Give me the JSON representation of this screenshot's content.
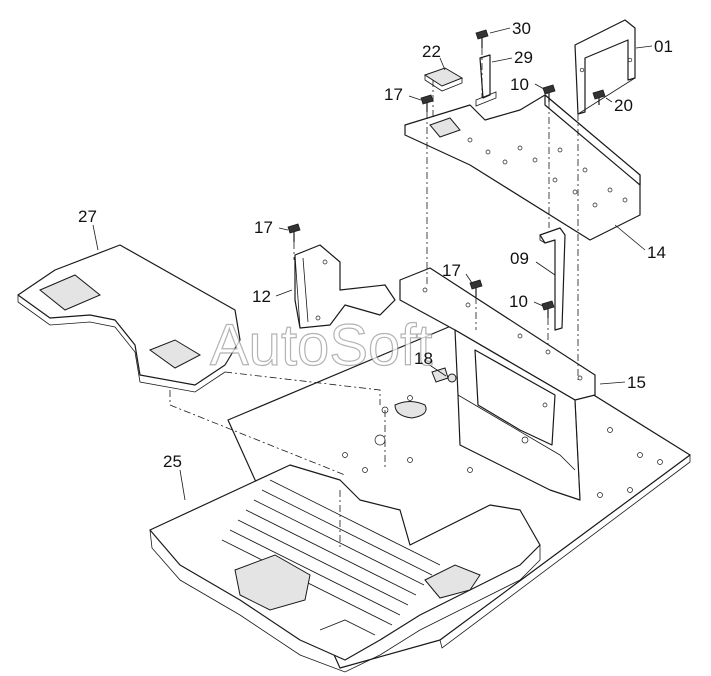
{
  "watermark": "AutoSoft",
  "callouts": [
    {
      "id": "30",
      "text": "30"
    },
    {
      "id": "22",
      "text": "22"
    },
    {
      "id": "29",
      "text": "29"
    },
    {
      "id": "01",
      "text": "01"
    },
    {
      "id": "17a",
      "text": "17"
    },
    {
      "id": "10a",
      "text": "10"
    },
    {
      "id": "20",
      "text": "20"
    },
    {
      "id": "27",
      "text": "27"
    },
    {
      "id": "14",
      "text": "14"
    },
    {
      "id": "17b",
      "text": "17"
    },
    {
      "id": "09",
      "text": "09"
    },
    {
      "id": "12",
      "text": "12"
    },
    {
      "id": "17c",
      "text": "17"
    },
    {
      "id": "10b",
      "text": "10"
    },
    {
      "id": "18",
      "text": "18"
    },
    {
      "id": "15",
      "text": "15"
    },
    {
      "id": "25",
      "text": "25"
    }
  ]
}
